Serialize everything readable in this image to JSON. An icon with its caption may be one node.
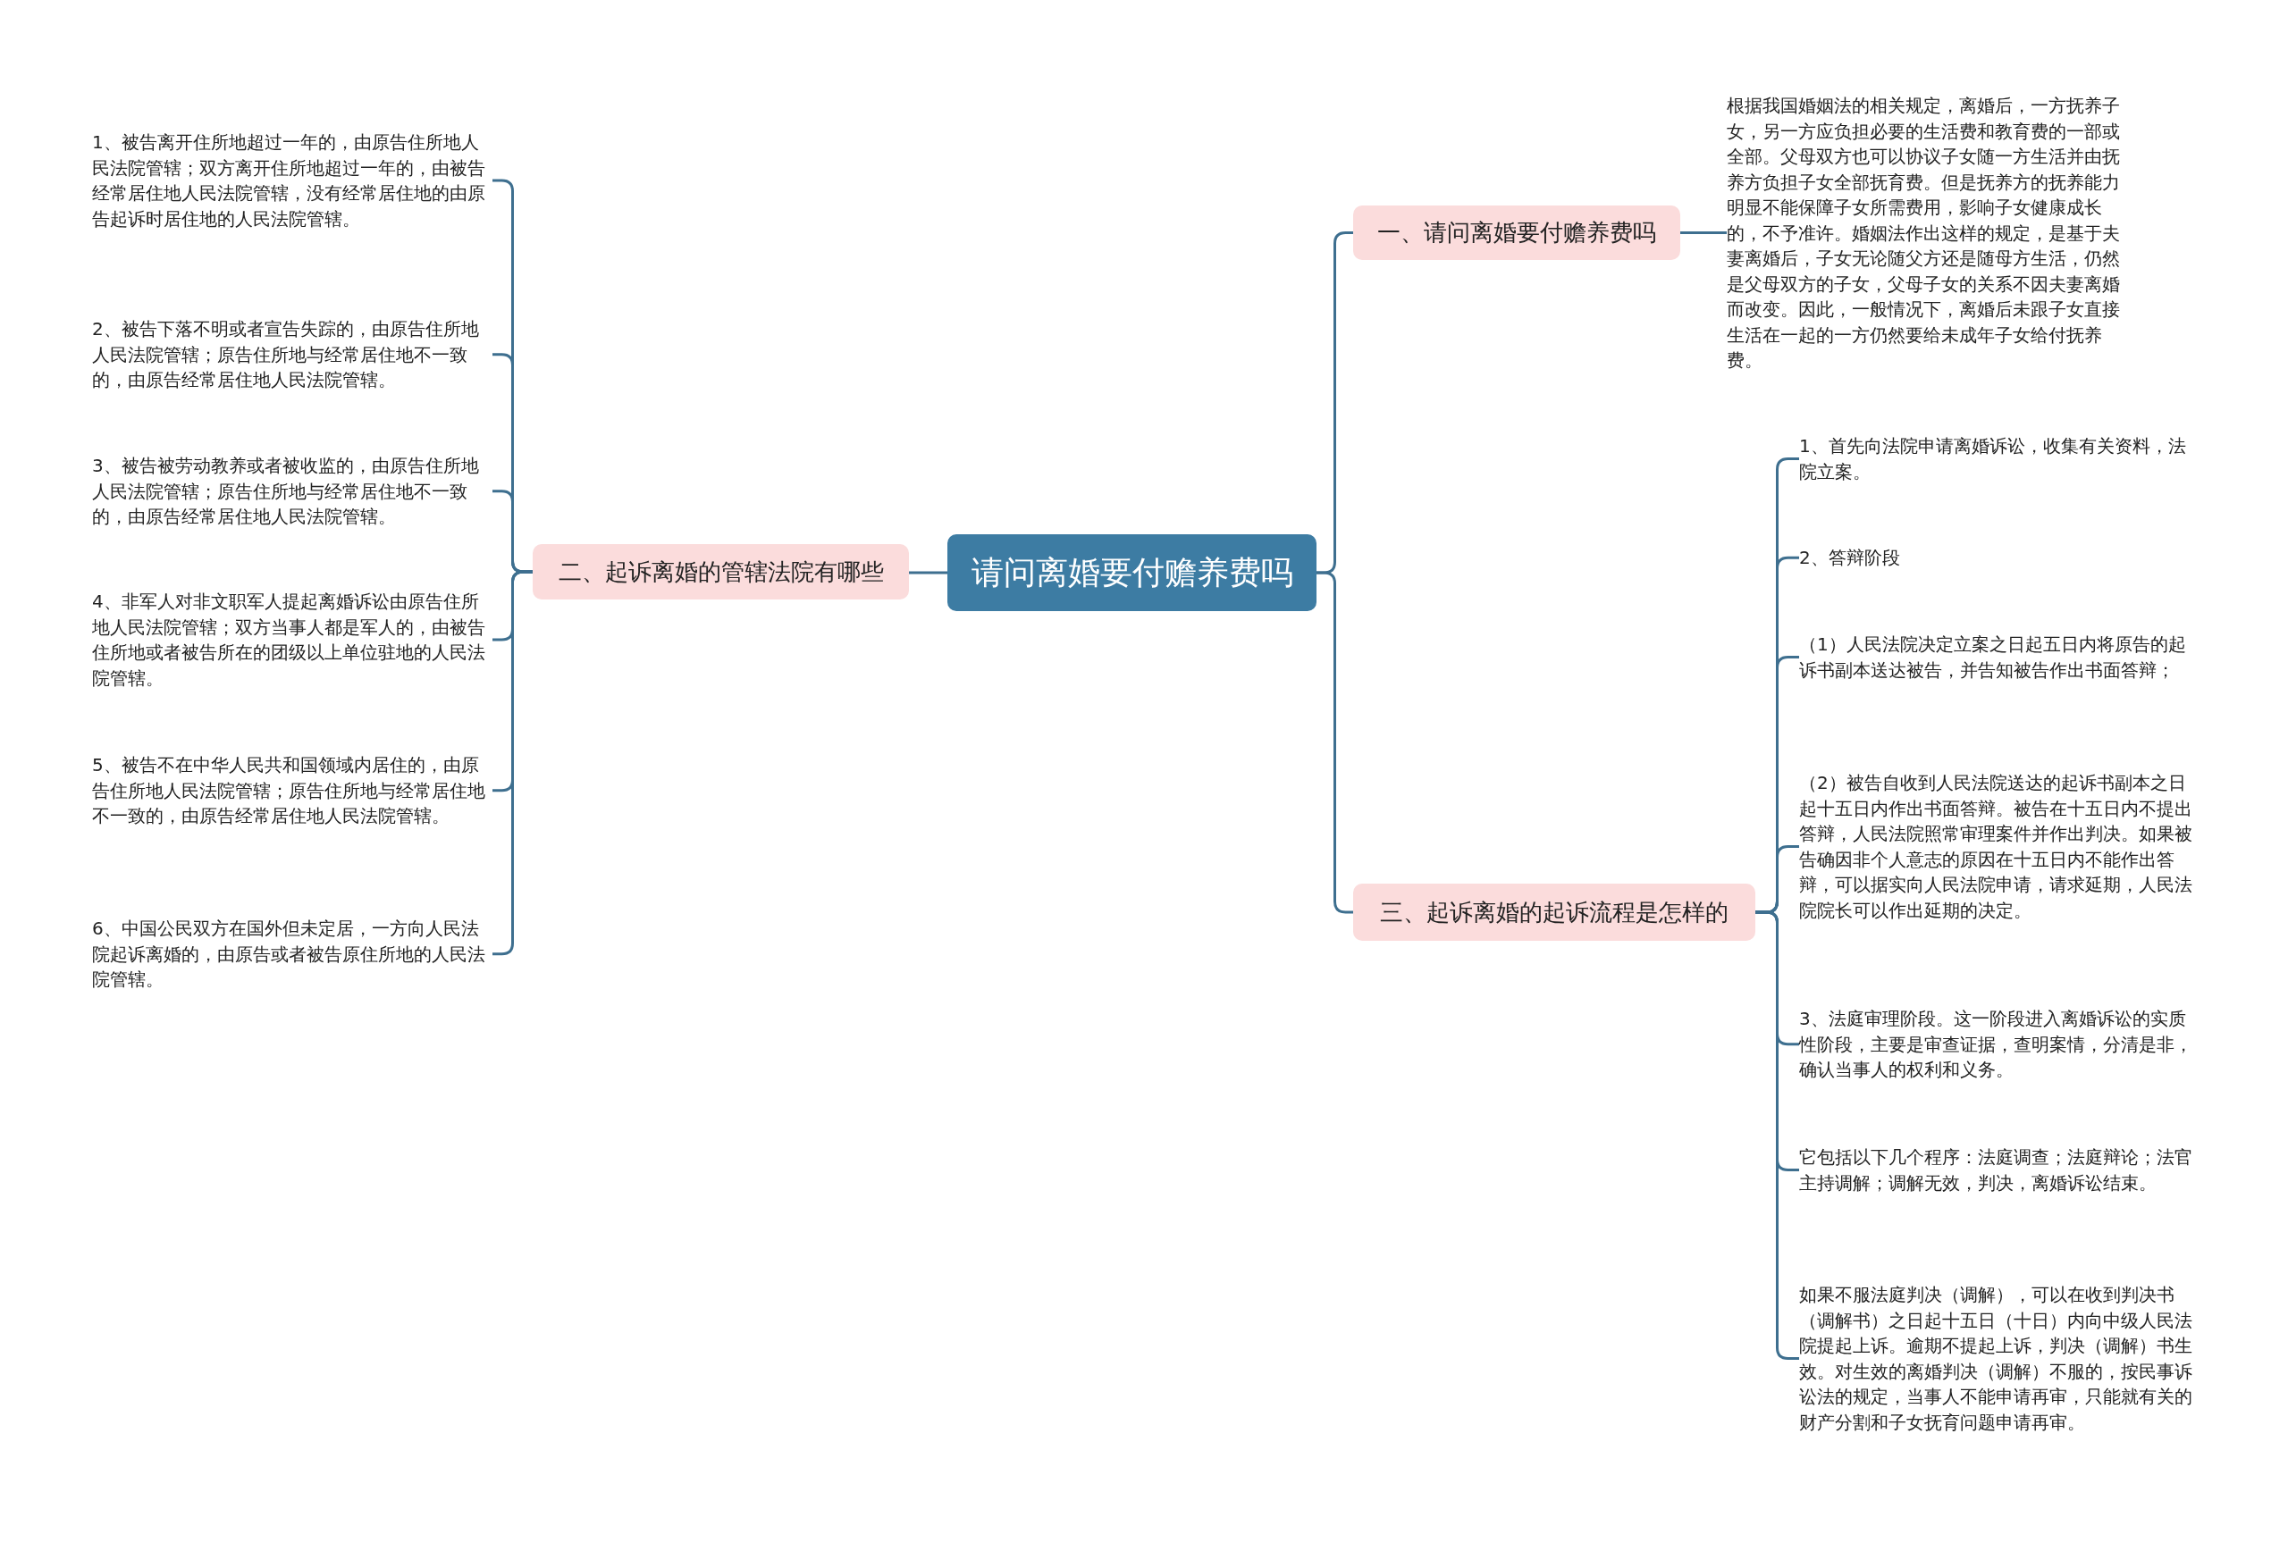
{
  "diagram": {
    "nodes": [
      {
        "text": [
          "请问离婚要付赡养费吗"
        ]
      },
      {
        "text": [
          "一、请问离婚要付赡养费吗"
        ]
      },
      {
        "text": [
          "根据我国婚姻法的相关规定，离婚后，一方抚养子女，另一方应负担必要的生活费和教育费的一部或全部。父母双方也可以协议子女随一方生活并由抚养方负担子女全部抚育费。但是抚养方的抚养能力明显不能保障子女所需费用，影响子女健康成长的，不予准许。婚姻法作出这样的规定，是基于夫妻离婚后，子女无论随父方还是随母方生活，仍然是父母双方的子女，父母子女的关系不因夫妻离婚而改变。因此，一般情况下，离婚后未跟子女直接生活在一起的一方仍然要给未成年子女给付抚养费。"
        ]
      },
      {
        "text": [
          "二、起诉离婚的管辖法院有哪些"
        ]
      },
      {
        "text": [
          "1、被告离开住所地超过一年的，由原告住所地人民法院管辖；双方离开住所地超过一年的，由被告经常居住地人民法院管辖，没有经常居住地的由原告起诉时居住地的人民法院管辖。"
        ]
      },
      {
        "text": [
          "2、被告下落不明或者宣告失踪的，由原告住所地人民法院管辖；原告住所地与经常居住地不一致的，由原告经常居住地人民法院管辖。"
        ]
      },
      {
        "text": [
          "3、被告被劳动教养或者被收监的，由原告住所地人民法院管辖；原告住所地与经常居住地不一致的，由原告经常居住地人民法院管辖。"
        ]
      },
      {
        "text": [
          "4、非军人对非文职军人提起离婚诉讼由原告住所地人民法院管辖；双方当事人都是军人的，由被告住所地或者被告所在的团级以上单位驻地的人民法院管辖。"
        ]
      },
      {
        "text": [
          "5、被告不在中华人民共和国领域内居住的，由原告住所地人民法院管辖；原告住所地与经常居住地不一致的，由原告经常居住地人民法院管辖。"
        ]
      },
      {
        "text": [
          "6、中国公民双方在国外但未定居，一方向人民法院起诉离婚的，由原告或者被告原住所地的人民法院管辖。"
        ]
      },
      {
        "text": [
          "三、起诉离婚的起诉流程是怎样的"
        ]
      },
      {
        "text": [
          "1、首先向法院申请离婚诉讼，收集有关资料，法院立案。"
        ]
      },
      {
        "text": [
          "2、答辩阶段"
        ]
      },
      {
        "text": [
          "（1）人民法院决定立案之日起五日内将原告的起诉书副本送达被告，并告知被告作出书面答辩；"
        ]
      },
      {
        "text": [
          "（2）被告自收到人民法院送达的起诉书副本之日起十五日内作出书面答辩。被告在十五日内不提出答辩，人民法院照常审理案件并作出判决。如果被告确因非个人意志的原因在十五日内不能作出答辩，可以据实向人民法院申请，请求延期，人民法院院长可以作出延期的决定。"
        ]
      },
      {
        "text": [
          "3、法庭审理阶段。这一阶段进入离婚诉讼的实质性阶段，主要是审查证据，查明案情，分清是非，确认当事人的权利和义务。"
        ]
      },
      {
        "text": [
          "它包括以下几个程序：法庭调查；法庭辩论；法官主持调解；调解无效，判决，离婚诉讼结束。"
        ]
      },
      {
        "text": [
          "如果不服法庭判决（调解），可以在收到判决书（调解书）之日起十五日（十日）内向中级人民法院提起上诉。逾期不提起上诉，判决（调解）书生效。对生效的离婚判决（调解）不服的，按民事诉讼法的规定，当事人不能申请再审，只能就有关的财产分割和子女抚育问题申请再审。"
        ]
      }
    ],
    "edges": [
      {
        "from": 0,
        "to": 1,
        "arrow": "none"
      },
      {
        "from": 1,
        "to": 2,
        "arrow": "none"
      },
      {
        "from": 0,
        "to": 3,
        "arrow": "none"
      },
      {
        "from": 3,
        "to": 4,
        "arrow": "none"
      },
      {
        "from": 3,
        "to": 5,
        "arrow": "none"
      },
      {
        "from": 3,
        "to": 6,
        "arrow": "none"
      },
      {
        "from": 3,
        "to": 7,
        "arrow": "none"
      },
      {
        "from": 3,
        "to": 8,
        "arrow": "none"
      },
      {
        "from": 3,
        "to": 9,
        "arrow": "none"
      },
      {
        "from": 0,
        "to": 10,
        "arrow": "none"
      },
      {
        "from": 10,
        "to": 11,
        "arrow": "none"
      },
      {
        "from": 10,
        "to": 12,
        "arrow": "none"
      },
      {
        "from": 10,
        "to": 13,
        "arrow": "none"
      },
      {
        "from": 10,
        "to": 14,
        "arrow": "none"
      },
      {
        "from": 10,
        "to": 15,
        "arrow": "none"
      },
      {
        "from": 10,
        "to": 16,
        "arrow": "none"
      },
      {
        "from": 10,
        "to": 17,
        "arrow": "none"
      }
    ]
  }
}
